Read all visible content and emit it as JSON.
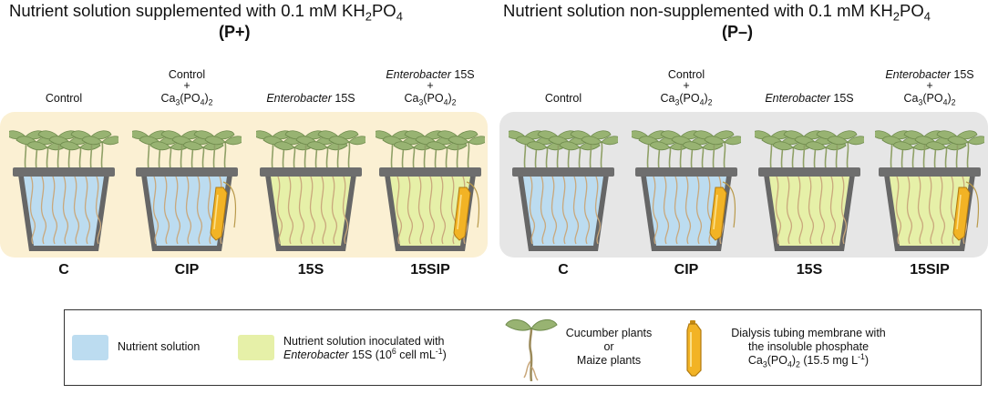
{
  "colors": {
    "panel_p_plus": "#fbf0d3",
    "panel_p_minus": "#e6e6e6",
    "nutrient_solution": "#bcdcf0",
    "inoculated_solution": "#e6f0a8",
    "plant_leaf": "#98b372",
    "root": "#c9a87c",
    "pot_rim": "#6e6e6e",
    "dialysis_tube": "#f2b325"
  },
  "groups": [
    {
      "title_pre": "Nutrient solution supplemented with 0.1 mM KH",
      "title_sub1": "2",
      "title_mid": "PO",
      "title_sub2": "4",
      "label": "(P+)",
      "columns": [
        {
          "line1": "",
          "plus": "",
          "line2": "Control",
          "sol": "nutrient",
          "tube": false,
          "code": "C"
        },
        {
          "line1": "Control",
          "plus": "+",
          "line2": "Ca3(PO4)2",
          "sol": "nutrient",
          "tube": true,
          "code": "CIP"
        },
        {
          "line1": "",
          "plus": "",
          "line2": "Enterobacter 15S",
          "sol": "inoculated",
          "tube": false,
          "code": "15S"
        },
        {
          "line1": "Enterobacter 15S",
          "plus": "+",
          "line2": "Ca3(PO4)2",
          "sol": "inoculated",
          "tube": true,
          "code": "15SIP"
        }
      ]
    },
    {
      "title_pre": "Nutrient solution non-supplemented with 0.1 mM KH",
      "title_sub1": "2",
      "title_mid": "PO",
      "title_sub2": "4",
      "label": "(P–)",
      "columns": [
        {
          "line1": "",
          "plus": "",
          "line2": "Control",
          "sol": "nutrient",
          "tube": false,
          "code": "C"
        },
        {
          "line1": "Control",
          "plus": "+",
          "line2": "Ca3(PO4)2",
          "sol": "nutrient",
          "tube": true,
          "code": "CIP"
        },
        {
          "line1": "",
          "plus": "",
          "line2": "Enterobacter 15S",
          "sol": "inoculated",
          "tube": false,
          "code": "15S"
        },
        {
          "line1": "Enterobacter 15S",
          "plus": "+",
          "line2": "Ca3(PO4)2",
          "sol": "inoculated",
          "tube": true,
          "code": "15SIP"
        }
      ]
    }
  ],
  "legend": {
    "nutrient": "Nutrient solution",
    "inoc_line1": "Nutrient solution inoculated with",
    "inoc_line2_italic": "Enterobacter",
    "inoc_line2_rest": " 15S (10",
    "inoc_sup": "6",
    "inoc_line2_end": " cell mL",
    "inoc_sup2": "-1",
    "inoc_close": ")",
    "plants_1": "Cucumber plants",
    "plants_2": "or",
    "plants_3": "Maize plants",
    "dial_1": "Dialysis tubing membrane with",
    "dial_2": "the insoluble phosphate",
    "dial_3_pre": "Ca",
    "dial_3_s1": "3",
    "dial_3_mid": "(PO",
    "dial_3_s2": "4",
    "dial_3_close": ")",
    "dial_3_s3": "2",
    "dial_3_rest": " (15.5 mg L",
    "dial_3_sup": "-1",
    "dial_3_end": ")"
  }
}
